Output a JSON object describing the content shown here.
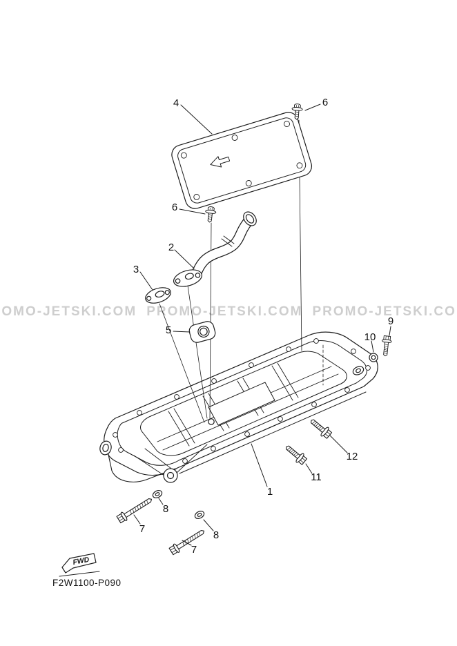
{
  "page": {
    "background": "#ffffff"
  },
  "colors": {
    "ink": "#1c1c1c",
    "watermark": "#c9c9c9"
  },
  "watermark": {
    "text": "PROMO-JETSKI.COM",
    "repeat": 5
  },
  "diagram": {
    "part_code": "F2W1100-P090",
    "fwd_label": "FWD",
    "callouts": [
      {
        "label": "4"
      },
      {
        "label": "6"
      },
      {
        "label": "6"
      },
      {
        "label": "2"
      },
      {
        "label": "3"
      },
      {
        "label": "5"
      },
      {
        "label": "9"
      },
      {
        "label": "10"
      },
      {
        "label": "12"
      },
      {
        "label": "11"
      },
      {
        "label": "1"
      },
      {
        "label": "8"
      },
      {
        "label": "7"
      },
      {
        "label": "8"
      },
      {
        "label": "7"
      }
    ]
  }
}
